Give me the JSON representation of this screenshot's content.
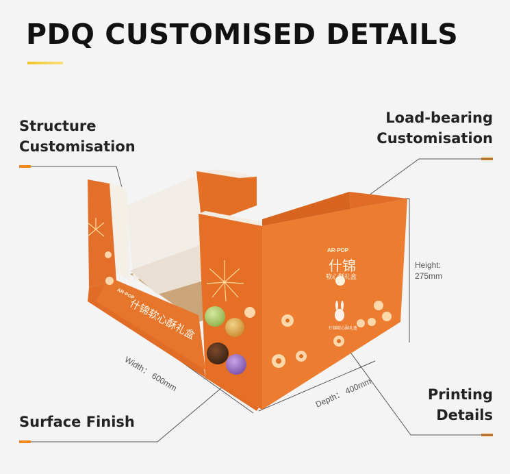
{
  "title": "PDQ CUSTOMISED DETAILS",
  "callouts": {
    "structure": {
      "line1": "Structure",
      "line2": "Customisation"
    },
    "load": {
      "line1": "Load-bearing",
      "line2": "Customisation"
    },
    "surface": {
      "line1": "Surface Finish"
    },
    "printing": {
      "line1": "Printing",
      "line2": "Details"
    }
  },
  "dimensions": {
    "height_label": "Height:",
    "height_value": "275mm",
    "width_label": "Width： 600mm",
    "depth_label": "Depth： 400mm"
  },
  "box_print": {
    "brand": "AR·POP",
    "big_chars": "什锦",
    "sub_chars": "软心酥礼盒",
    "side_text": "什锦软心酥礼盒",
    "small_tag": "什锦软心酥礼盒"
  },
  "colors": {
    "accent": "#f08a1f",
    "box_orange": "#e8742a",
    "box_dark": "#c95a18",
    "title_bar": "#f4c22a"
  }
}
